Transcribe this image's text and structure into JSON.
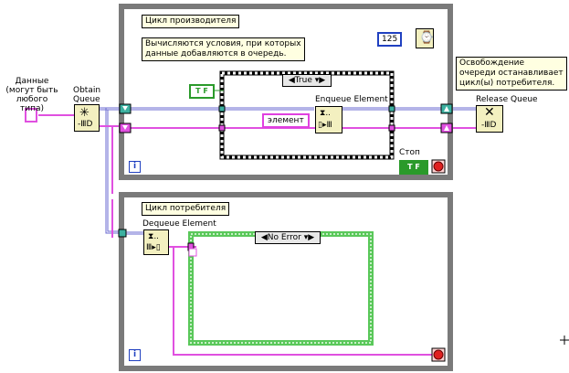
{
  "producer": {
    "title": "Цикл производителя",
    "note": "Вычисляются условия, при которых\nданные добавляются в очередь.",
    "wait_ms": "125",
    "case_label": "True",
    "bool_const": "T F",
    "element_const": "элемент",
    "enqueue_label": "Enqueue Element",
    "stop_label": "Стоп",
    "stop_const": "T F",
    "iteration": "i"
  },
  "consumer": {
    "title": "Цикл потребителя",
    "dequeue_label": "Dequeue Element",
    "case_label": "No Error",
    "iteration": "i"
  },
  "left": {
    "data_label": "Данные\n(могут быть\nлюбого типа)",
    "obtain_label": "Obtain\nQueue"
  },
  "right": {
    "release_note": "Освобождение\nочереди останавливает\nцикл(ы) потребителя.",
    "release_label": "Release Queue"
  },
  "colors": {
    "loop_frame": "#7a7a7a",
    "queue_wire": "#3cb0a0",
    "error_wire": "#e050e0",
    "refnum_wire": "#6a6ad0",
    "case_frame": "#5ac85a"
  }
}
